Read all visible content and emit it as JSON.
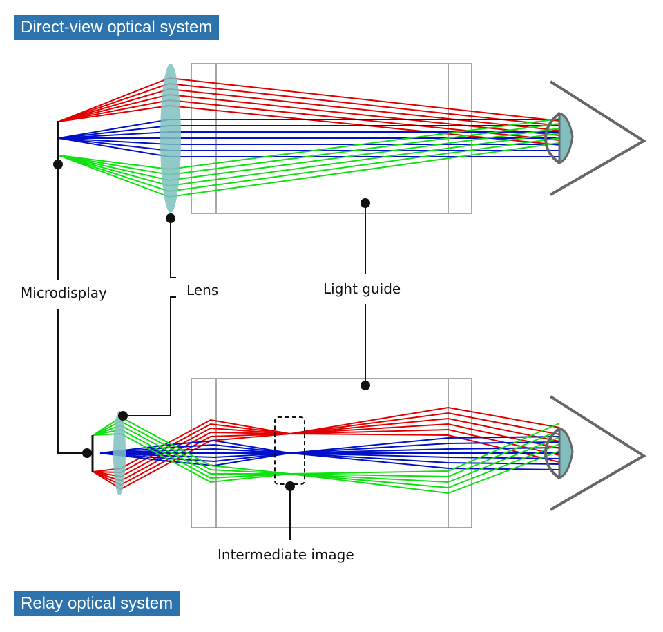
{
  "headings": {
    "direct_view": "Direct-view optical system",
    "relay": "Relay optical system"
  },
  "labels": {
    "microdisplay": "Microdisplay",
    "lens": "Lens",
    "light_guide": "Light guide",
    "intermediate_image": "Intermediate image"
  },
  "colors": {
    "heading_bg": "#2d73ad",
    "ray_red": "#e00000",
    "ray_blue": "#0010c8",
    "ray_green": "#10e010",
    "lens_fill": "#7fbfc0",
    "eye_stroke": "#666666",
    "guide_stroke": "#888888"
  }
}
